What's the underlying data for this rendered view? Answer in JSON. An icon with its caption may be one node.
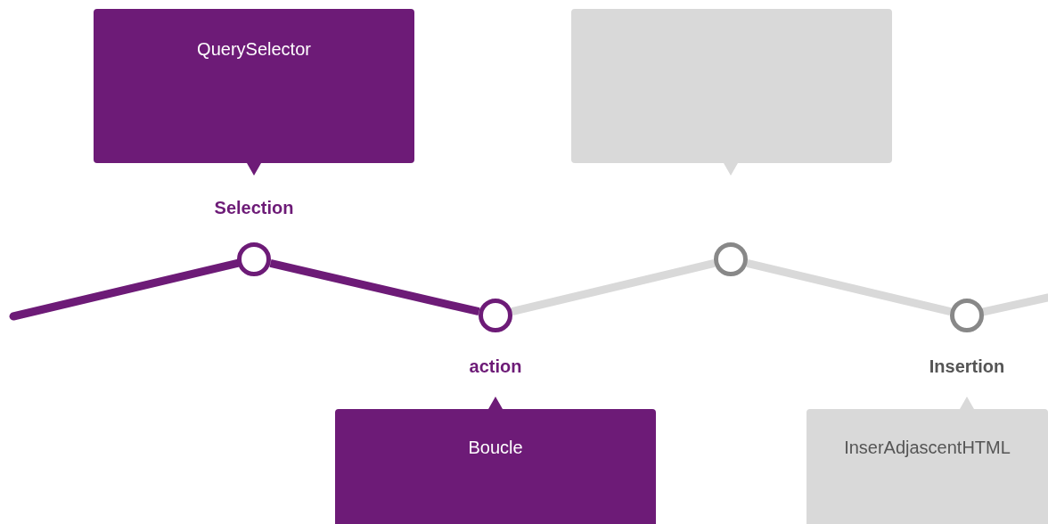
{
  "diagram": {
    "nodes": [
      {
        "text": [
          "QuerySelector"
        ]
      },
      {
        "text": [],
        "shape": "box"
      },
      {
        "text": [],
        "shape": "circle",
        "beside": [
          "Selection"
        ]
      },
      {
        "text": [],
        "shape": "circle"
      },
      {
        "text": [],
        "shape": "circle",
        "beside": [
          "action"
        ]
      },
      {
        "text": [],
        "shape": "circle",
        "beside": [
          "Insertion"
        ]
      },
      {
        "text": [
          "Boucle"
        ]
      },
      {
        "text": [
          "InserAdjascentHTML"
        ]
      }
    ],
    "edges": [
      {
        "from": null,
        "to": 2,
        "arrow": "none",
        "color": "#6d1b77"
      },
      {
        "from": 2,
        "to": 4,
        "arrow": "none",
        "color": "#6d1b77"
      },
      {
        "from": 4,
        "to": 3,
        "arrow": "none",
        "color": "#d9d9d9"
      },
      {
        "from": 3,
        "to": 5,
        "arrow": "none",
        "color": "#d9d9d9"
      },
      {
        "from": 5,
        "to": null,
        "arrow": "none",
        "color": "#d9d9d9"
      }
    ]
  }
}
